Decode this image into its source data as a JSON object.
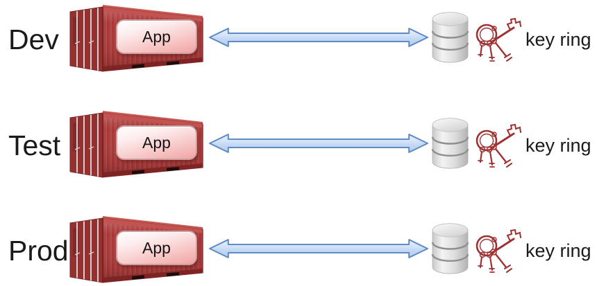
{
  "rows": [
    {
      "env_label": "Dev",
      "app_label": "App",
      "keyring_label": "key ring"
    },
    {
      "env_label": "Test",
      "app_label": "App",
      "keyring_label": "key ring"
    },
    {
      "env_label": "Prod",
      "app_label": "App",
      "keyring_label": "key ring"
    }
  ],
  "icons": {
    "container": "shipping-container-icon",
    "arrow": "bidirectional-arrow-icon",
    "database": "database-icon",
    "keys": "key-ring-icon"
  },
  "colors": {
    "container-red": "#b04040",
    "container-dark-red": "#8e2c2c",
    "badge-pink": "#f1a3a3",
    "arrow-fill": "#c9dcf5",
    "arrow-stroke": "#5f8bc4",
    "database-gray": "#d6d6d6",
    "keys-red": "#9e3232",
    "text-black": "#1a1a1a"
  }
}
